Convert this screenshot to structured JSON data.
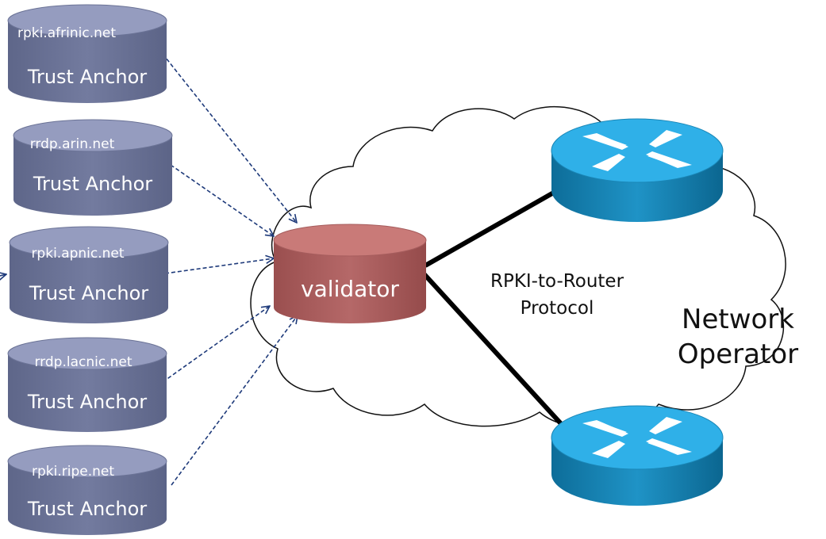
{
  "trust_anchors": [
    {
      "host": "rpki.afrinic.net",
      "label": "Trust Anchor"
    },
    {
      "host": "rrdp.arin.net",
      "label": "Trust Anchor"
    },
    {
      "host": "rpki.apnic.net",
      "label": "Trust Anchor"
    },
    {
      "host": "rrdp.lacnic.net",
      "label": "Trust Anchor"
    },
    {
      "host": "rpki.ripe.net",
      "label": "Trust Anchor"
    }
  ],
  "validator": {
    "label": "validator"
  },
  "protocol": {
    "line1": "RPKI-to-Router",
    "line2": "Protocol"
  },
  "network_operator": {
    "line1": "Network",
    "line2": "Operator"
  },
  "colors": {
    "trust_anchor_fill": "#6b7396",
    "trust_anchor_top": "#959cbf",
    "validator_fill": "#a65d5d",
    "validator_top": "#c97a78",
    "router_fill": "#1a86b6",
    "router_top": "#2fb0e8",
    "arrow": "#1e3a7a"
  },
  "icons": [
    "database-cylinder",
    "router-icon",
    "cloud-shape"
  ]
}
